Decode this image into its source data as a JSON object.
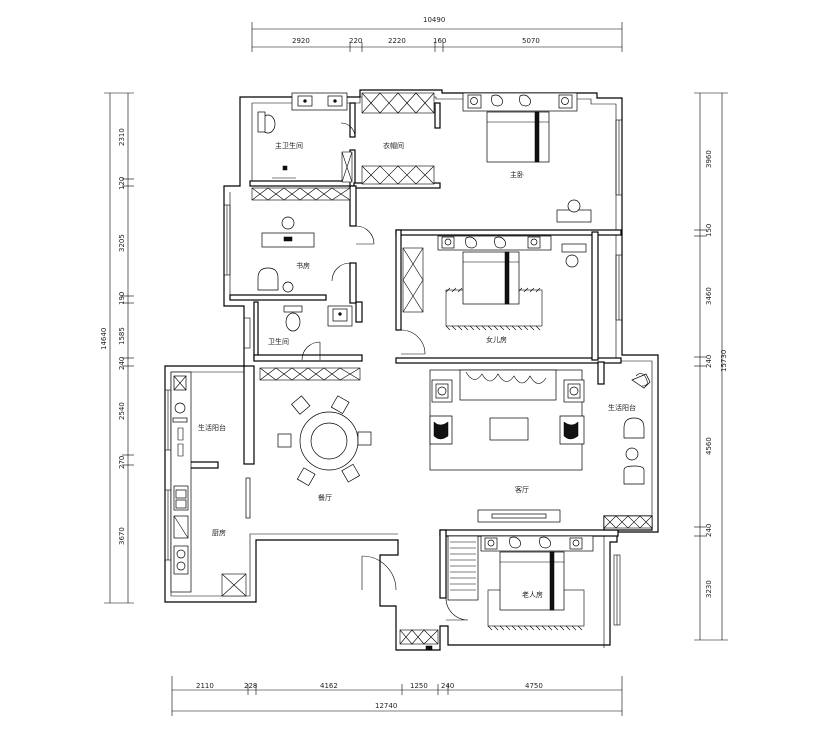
{
  "dimensions": {
    "top_total": "10490",
    "top_segments": [
      "2920",
      "220",
      "2220",
      "160",
      "5070"
    ],
    "bottom_total": "12740",
    "bottom_segments": [
      "2110",
      "228",
      "4162",
      "1250",
      "240",
      "4750"
    ],
    "left_total": "14640",
    "left_segments": [
      "2310",
      "120",
      "3205",
      "190",
      "1585",
      "240",
      "2540",
      "270",
      "3670"
    ],
    "right_total": "15730",
    "right_segments": [
      "3960",
      "150",
      "3460",
      "240",
      "4560",
      "240",
      "3230"
    ]
  },
  "rooms": {
    "master_bath": "主卫生间",
    "cloakroom": "衣帽间",
    "master_bedroom": "主卧",
    "study": "书房",
    "daughter_room": "女儿房",
    "bathroom": "卫生间",
    "service_balcony": "生活阳台",
    "kitchen": "厨房",
    "dining": "餐厅",
    "living": "客厅",
    "leisure_balcony": "生活阳台",
    "elder_room": "老人房"
  }
}
